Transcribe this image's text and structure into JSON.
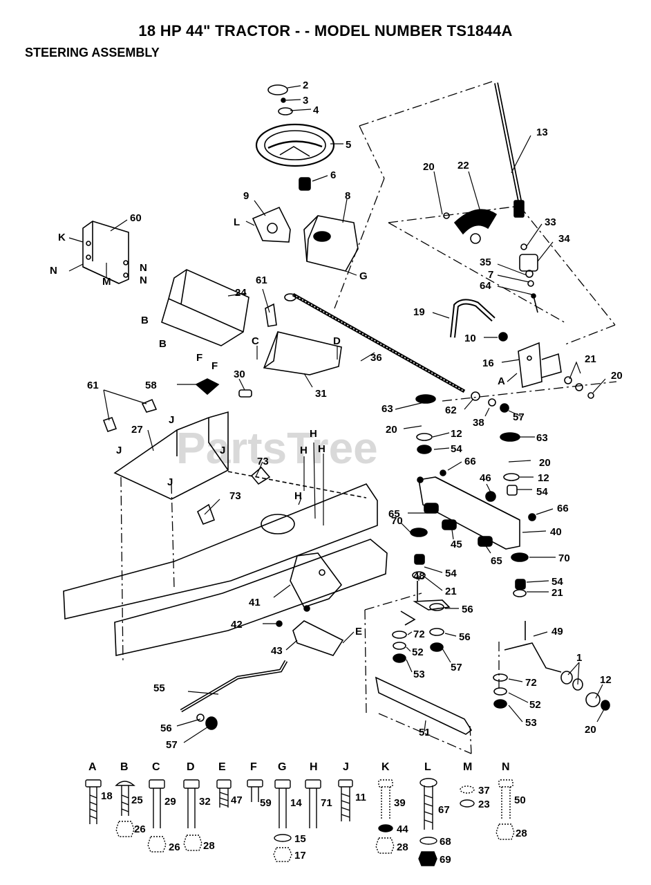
{
  "header": {
    "title": "18 HP 44\" TRACTOR - - MODEL NUMBER TS1844A",
    "subtitle": "STEERING ASSEMBLY"
  },
  "watermark": "PartsTree",
  "callouts": [
    {
      "id": "c2",
      "text": "2"
    },
    {
      "id": "c3",
      "text": "3"
    },
    {
      "id": "c4",
      "text": "4"
    },
    {
      "id": "c5",
      "text": "5"
    },
    {
      "id": "c6",
      "text": "6"
    },
    {
      "id": "c8",
      "text": "8"
    },
    {
      "id": "c9",
      "text": "9"
    },
    {
      "id": "cL",
      "text": "L"
    },
    {
      "id": "cG",
      "text": "G"
    },
    {
      "id": "c13",
      "text": "13"
    },
    {
      "id": "c20a",
      "text": "20"
    },
    {
      "id": "c22",
      "text": "22"
    },
    {
      "id": "c33",
      "text": "33"
    },
    {
      "id": "c34",
      "text": "34"
    },
    {
      "id": "c35",
      "text": "35"
    },
    {
      "id": "c7",
      "text": "7"
    },
    {
      "id": "c64",
      "text": "64"
    },
    {
      "id": "c19",
      "text": "19"
    },
    {
      "id": "c10",
      "text": "10"
    },
    {
      "id": "c16",
      "text": "16"
    },
    {
      "id": "cA",
      "text": "A"
    },
    {
      "id": "c21a",
      "text": "21"
    },
    {
      "id": "c20b",
      "text": "20"
    },
    {
      "id": "c60",
      "text": "60"
    },
    {
      "id": "cK",
      "text": "K"
    },
    {
      "id": "cN1",
      "text": "N"
    },
    {
      "id": "cN2",
      "text": "N"
    },
    {
      "id": "cN3",
      "text": "N"
    },
    {
      "id": "cM",
      "text": "M"
    },
    {
      "id": "c24",
      "text": "24"
    },
    {
      "id": "cB1",
      "text": "B"
    },
    {
      "id": "cB2",
      "text": "B"
    },
    {
      "id": "c61a",
      "text": "61"
    },
    {
      "id": "cC",
      "text": "C"
    },
    {
      "id": "cD",
      "text": "D"
    },
    {
      "id": "c36",
      "text": "36"
    },
    {
      "id": "cF1",
      "text": "F"
    },
    {
      "id": "cF2",
      "text": "F"
    },
    {
      "id": "c58",
      "text": "58"
    },
    {
      "id": "c30",
      "text": "30"
    },
    {
      "id": "c31",
      "text": "31"
    },
    {
      "id": "c61b",
      "text": "61"
    },
    {
      "id": "c27",
      "text": "27"
    },
    {
      "id": "cJ1",
      "text": "J"
    },
    {
      "id": "cJ2",
      "text": "J"
    },
    {
      "id": "cJ3",
      "text": "J"
    },
    {
      "id": "cJ4",
      "text": "J"
    },
    {
      "id": "c73a",
      "text": "73"
    },
    {
      "id": "c73b",
      "text": "73"
    },
    {
      "id": "cH1",
      "text": "H"
    },
    {
      "id": "cH2",
      "text": "H"
    },
    {
      "id": "cH3",
      "text": "H"
    },
    {
      "id": "cH4",
      "text": "H"
    },
    {
      "id": "c63a",
      "text": "63"
    },
    {
      "id": "c62",
      "text": "62"
    },
    {
      "id": "c38",
      "text": "38"
    },
    {
      "id": "c57a",
      "text": "57"
    },
    {
      "id": "c20c",
      "text": "20"
    },
    {
      "id": "c12a",
      "text": "12"
    },
    {
      "id": "c54a",
      "text": "54"
    },
    {
      "id": "c66a",
      "text": "66"
    },
    {
      "id": "c63b",
      "text": "63"
    },
    {
      "id": "c20d",
      "text": "20"
    },
    {
      "id": "c46",
      "text": "46"
    },
    {
      "id": "c12b",
      "text": "12"
    },
    {
      "id": "c54b",
      "text": "54"
    },
    {
      "id": "c65a",
      "text": "65"
    },
    {
      "id": "c66b",
      "text": "66"
    },
    {
      "id": "c70a",
      "text": "70"
    },
    {
      "id": "c45",
      "text": "45"
    },
    {
      "id": "c40",
      "text": "40"
    },
    {
      "id": "c65b",
      "text": "65"
    },
    {
      "id": "c70b",
      "text": "70"
    },
    {
      "id": "c54c",
      "text": "54"
    },
    {
      "id": "c21b",
      "text": "21"
    },
    {
      "id": "c54d",
      "text": "54"
    },
    {
      "id": "c21c",
      "text": "21"
    },
    {
      "id": "c48",
      "text": "48"
    },
    {
      "id": "c56a",
      "text": "56"
    },
    {
      "id": "c72a",
      "text": "72"
    },
    {
      "id": "c56b",
      "text": "56"
    },
    {
      "id": "c52a",
      "text": "52"
    },
    {
      "id": "c57b",
      "text": "57"
    },
    {
      "id": "c53a",
      "text": "53"
    },
    {
      "id": "c41",
      "text": "41"
    },
    {
      "id": "c42",
      "text": "42"
    },
    {
      "id": "c43",
      "text": "43"
    },
    {
      "id": "cE",
      "text": "E"
    },
    {
      "id": "c49",
      "text": "49"
    },
    {
      "id": "c1",
      "text": "1"
    },
    {
      "id": "c12c",
      "text": "12"
    },
    {
      "id": "c72b",
      "text": "72"
    },
    {
      "id": "c52b",
      "text": "52"
    },
    {
      "id": "c53b",
      "text": "53"
    },
    {
      "id": "c20e",
      "text": "20"
    },
    {
      "id": "c55",
      "text": "55"
    },
    {
      "id": "c56c",
      "text": "56"
    },
    {
      "id": "c57c",
      "text": "57"
    },
    {
      "id": "c51",
      "text": "51"
    }
  ],
  "hardware_legend": [
    {
      "letter": "A",
      "parts": [
        "18"
      ]
    },
    {
      "letter": "B",
      "parts": [
        "25",
        "26"
      ]
    },
    {
      "letter": "C",
      "parts": [
        "29",
        "26"
      ]
    },
    {
      "letter": "D",
      "parts": [
        "32",
        "28"
      ]
    },
    {
      "letter": "E",
      "parts": [
        "47"
      ]
    },
    {
      "letter": "F",
      "parts": [
        "59"
      ]
    },
    {
      "letter": "G",
      "parts": [
        "14",
        "15",
        "17"
      ]
    },
    {
      "letter": "H",
      "parts": [
        "71"
      ]
    },
    {
      "letter": "J",
      "parts": [
        "11"
      ]
    },
    {
      "letter": "K",
      "parts": [
        "39",
        "44",
        "28"
      ]
    },
    {
      "letter": "L",
      "parts": [
        "67",
        "68",
        "69"
      ]
    },
    {
      "letter": "M",
      "parts": [
        "37",
        "23"
      ]
    },
    {
      "letter": "N",
      "parts": [
        "50",
        "28"
      ]
    }
  ]
}
